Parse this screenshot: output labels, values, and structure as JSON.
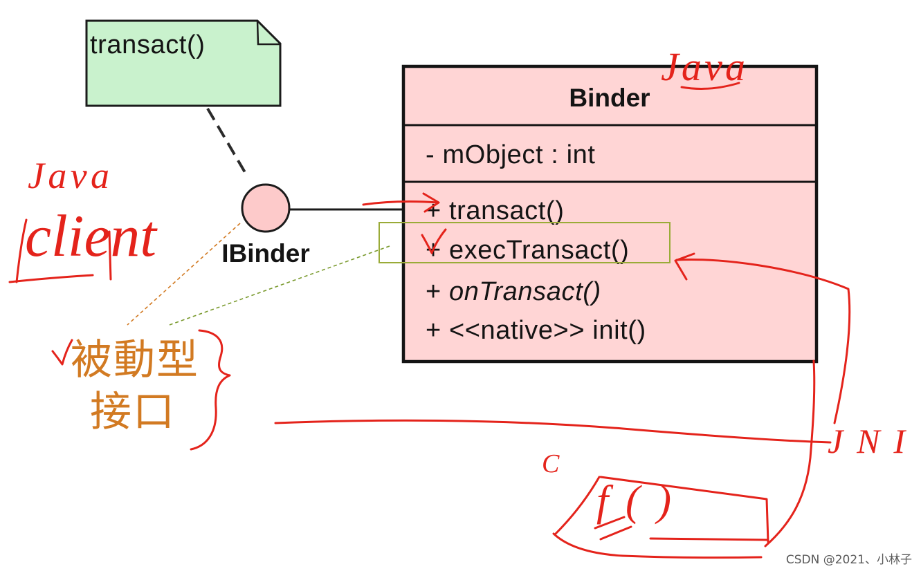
{
  "note": {
    "text": "transact()"
  },
  "interface": {
    "label": "IBinder"
  },
  "binder_class": {
    "name": "Binder",
    "attributes": [
      {
        "visibility": "-",
        "name": "mObject : int"
      }
    ],
    "methods": [
      {
        "visibility": "+",
        "name": "transact()",
        "italic": false
      },
      {
        "visibility": "+",
        "name": "execTransact()",
        "italic": false
      },
      {
        "visibility": "+",
        "name": "onTransact()",
        "italic": true
      },
      {
        "visibility": "+",
        "name": "<<native>> init()",
        "italic": false
      }
    ]
  },
  "caption": {
    "line1": "被動型",
    "line2": "接口"
  },
  "handwriting": {
    "java_top": "Java",
    "java_left": "Java",
    "client": "client",
    "jni": "JNI",
    "c_label": "C",
    "function": "f()"
  },
  "watermark": "CSDN @2021、小林子",
  "colors": {
    "note_fill": "#c9f2cd",
    "class_fill": "#ffd5d5",
    "interface_fill": "#fdcaca",
    "annotation_red": "#e4231b",
    "caption_orange": "#d27a22",
    "highlight_olive": "#9aab38"
  }
}
